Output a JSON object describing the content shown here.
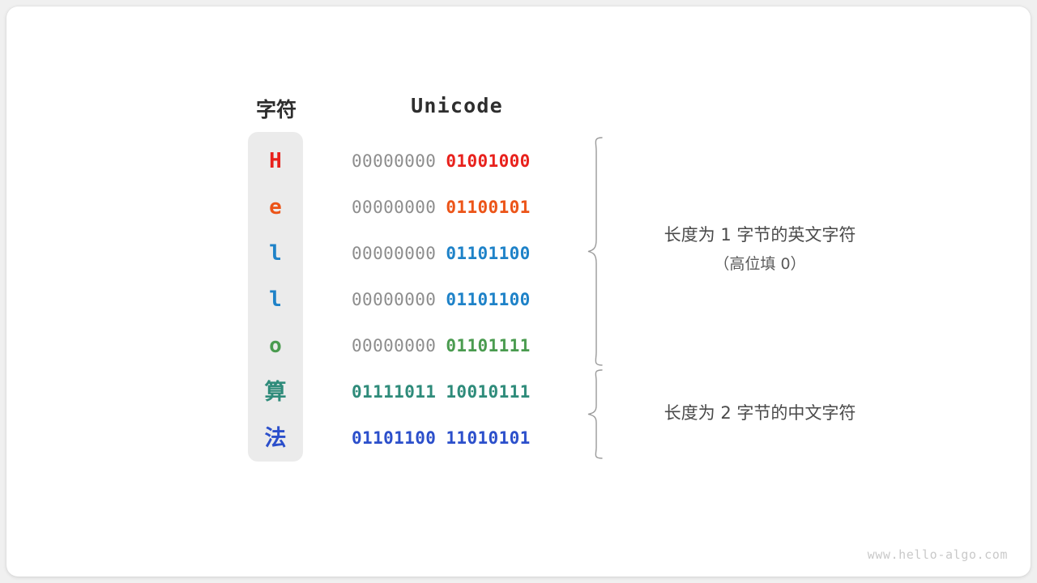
{
  "headers": {
    "character": "字符",
    "unicode": "Unicode"
  },
  "colors": {
    "red": "#e8211c",
    "orange": "#ec5418",
    "blue": "#1e82c8",
    "green": "#4a9b4f",
    "teal": "#2e8b7a",
    "royal_blue": "#2b4fcb",
    "high_bits_grey": "#8d8d8d",
    "panel_background": "#ebebeb",
    "brace": "#9a9a9a",
    "annotation_text": "#4a4a4a",
    "watermark": "#c9c9c9"
  },
  "rows": [
    {
      "char": "H",
      "script": "latin",
      "color": "#e8211c",
      "high_byte": "00000000",
      "low_byte": "01001000",
      "high_is_padding": true
    },
    {
      "char": "e",
      "script": "latin",
      "color": "#ec5418",
      "high_byte": "00000000",
      "low_byte": "01100101",
      "high_is_padding": true
    },
    {
      "char": "l",
      "script": "latin",
      "color": "#1e82c8",
      "high_byte": "00000000",
      "low_byte": "01101100",
      "high_is_padding": true
    },
    {
      "char": "l",
      "script": "latin",
      "color": "#1e82c8",
      "high_byte": "00000000",
      "low_byte": "01101100",
      "high_is_padding": true
    },
    {
      "char": "o",
      "script": "latin",
      "color": "#4a9b4f",
      "high_byte": "00000000",
      "low_byte": "01101111",
      "high_is_padding": true
    },
    {
      "char": "算",
      "script": "cjk",
      "color": "#2e8b7a",
      "high_byte": "01111011",
      "low_byte": "10010111",
      "high_is_padding": false
    },
    {
      "char": "法",
      "script": "cjk",
      "color": "#2b4fcb",
      "high_byte": "01101100",
      "low_byte": "11010101",
      "high_is_padding": false
    }
  ],
  "annotations": {
    "group_one": {
      "line1": "长度为 1 字节的英文字符",
      "line2": "（高位填 0）"
    },
    "group_two": {
      "line1": "长度为 2 字节的中文字符"
    }
  },
  "watermark": "www.hello-algo.com"
}
